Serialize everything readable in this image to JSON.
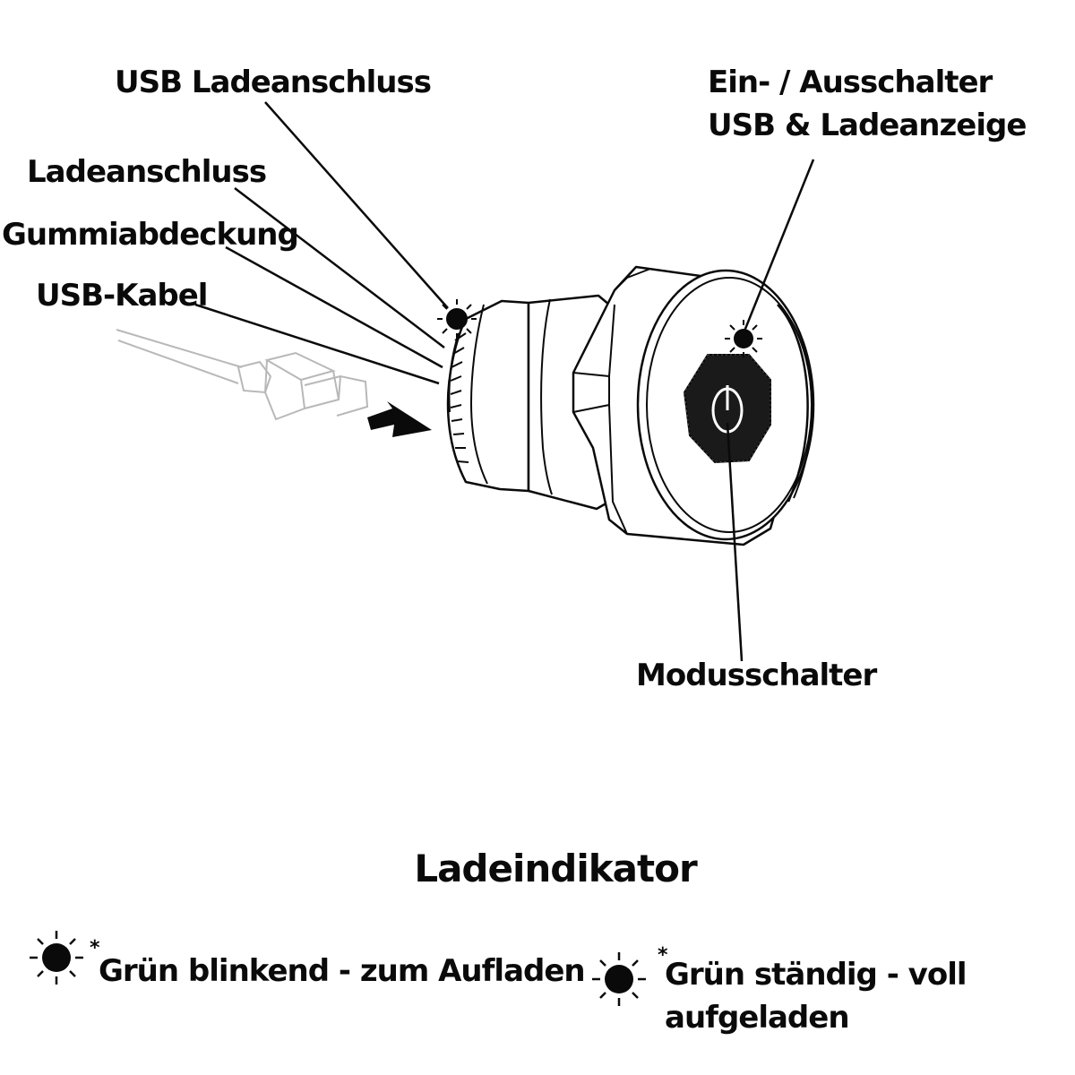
{
  "labels": {
    "usb_ladeanschluss": "USB Ladeanschluss",
    "ladeanschluss": "Ladeanschluss",
    "gummiabdeckung": "Gummiabdeckung",
    "usb_kabel": "USB-Kabel",
    "ein_ausschalter_line1": "Ein- / Ausschalter",
    "ein_ausschalter_line2": "USB & Ladeanzeige",
    "modusschalter": "Modusschalter"
  },
  "legend": {
    "title": "Ladeindikator",
    "asterisk": "*",
    "item1": "Grün blinkend - zum Aufladen",
    "item2_line1": "Grün ständig - voll",
    "item2_line2": "aufgeladen"
  },
  "colors": {
    "ink": "#0a0a0a",
    "cable": "#b8b8b8",
    "background": "#ffffff"
  },
  "icons": {
    "indicator": "led-indicator-icon",
    "arrow": "insert-arrow-icon"
  }
}
